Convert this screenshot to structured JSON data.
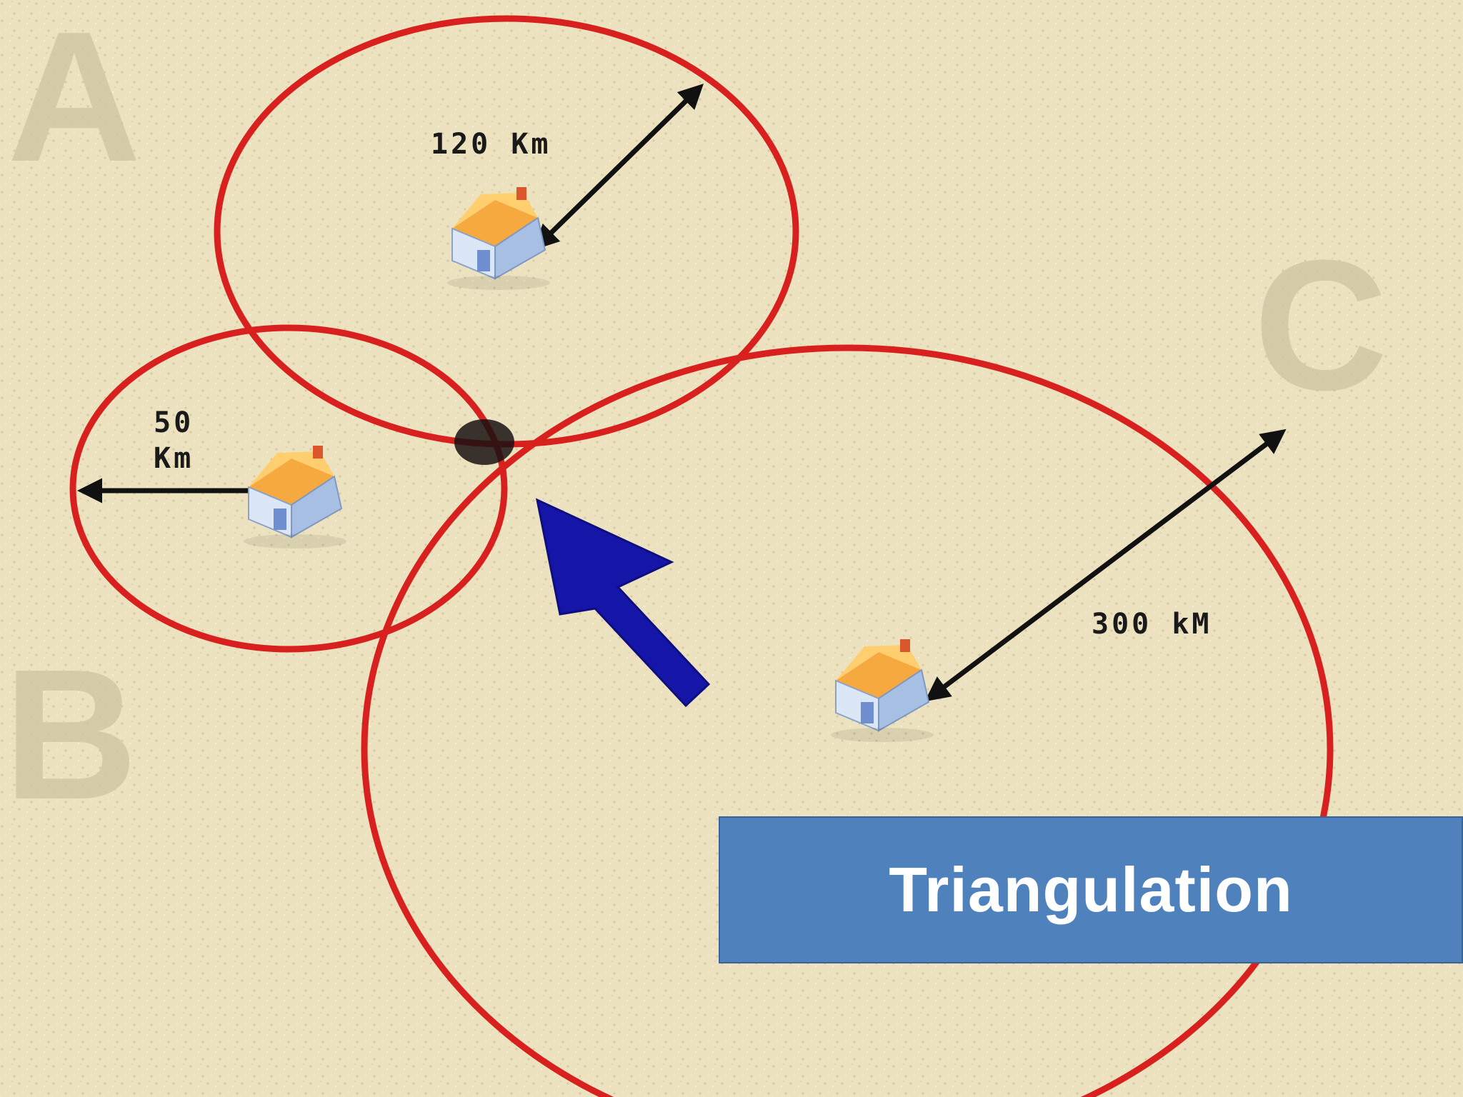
{
  "title": "Triangulation",
  "stations": [
    {
      "label": "A",
      "radius_label": "120 Km"
    },
    {
      "label": "B",
      "radius_label_line1": "50",
      "radius_label_line2": "Km"
    },
    {
      "label": "C",
      "radius_label": "300 kM"
    }
  ],
  "colors": {
    "background": "#ece2bf",
    "circle": "#d8201f",
    "pointer_arrow": "#1515a8",
    "title_box": "#4f81bd",
    "title_text": "#ffffff"
  },
  "icons": [
    "house-icon",
    "double-arrow-icon",
    "pointer-arrow-icon",
    "intersection-dot"
  ]
}
